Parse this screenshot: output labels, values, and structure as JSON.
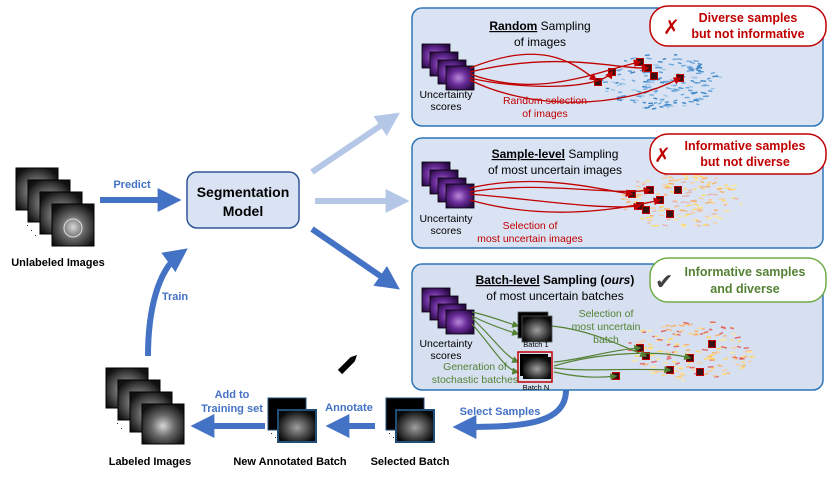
{
  "colors": {
    "blue": "#4472c4",
    "light_blue": "#b4c7e7",
    "panel_fill": "#dae3f3",
    "panel_fill_bottom": "#d6e0f0",
    "panel_stroke": "#2e75b6",
    "red": "#c00000",
    "green": "#548235",
    "green_light": "#70ad47",
    "purple": "#5b2c83"
  },
  "left": {
    "unlabeled_label": "Unlabeled Images",
    "predict_label": "Predict",
    "model_line1": "Segmentation",
    "model_line2": "Model",
    "train_label": "Train",
    "labeled_label": "Labeled Images",
    "add_to_label_line1": "Add to",
    "add_to_label_line2": "Training set",
    "annotate_label": "Annotate",
    "new_batch_label": "New Annotated Batch",
    "selected_batch_label": "Selected Batch",
    "select_samples_label": "Select Samples"
  },
  "panels": {
    "random": {
      "title_u": "Random",
      "title_rest": " Sampling",
      "subtitle": "of images",
      "uncertainty_line1": "Uncertainty",
      "uncertainty_line2": "scores",
      "note_line1": "Random selection",
      "note_line2": "of images",
      "badge_mark": "✗",
      "badge_line1": "Diverse samples",
      "badge_line2": "but not informative"
    },
    "sample": {
      "title_u": "Sample-level",
      "title_rest": " Sampling",
      "subtitle": "of most uncertain images",
      "uncertainty_line1": "Uncertainty",
      "uncertainty_line2": "scores",
      "note_line1": "Selection of",
      "note_line2": "most uncertain images",
      "badge_mark": "✗",
      "badge_line1": "Informative samples",
      "badge_line2": "but not diverse"
    },
    "batch": {
      "title_u": "Batch-level",
      "title_rest": " Sampling (",
      "title_ours": "ours",
      "title_end": ")",
      "subtitle": "of most uncertain batches",
      "uncertainty_line1": "Uncertainty",
      "uncertainty_line2": "scores",
      "selection_line1": "Selection of",
      "selection_line2": "most uncertain",
      "selection_line3": "batch",
      "generation_line1": "Generation of",
      "generation_line2": "stochastic batches",
      "batch1_label": "Batch 1",
      "batchN_label": "Batch N",
      "badge_mark": "✔",
      "badge_line1": "Informative samples",
      "badge_line2": "and diverse"
    }
  }
}
